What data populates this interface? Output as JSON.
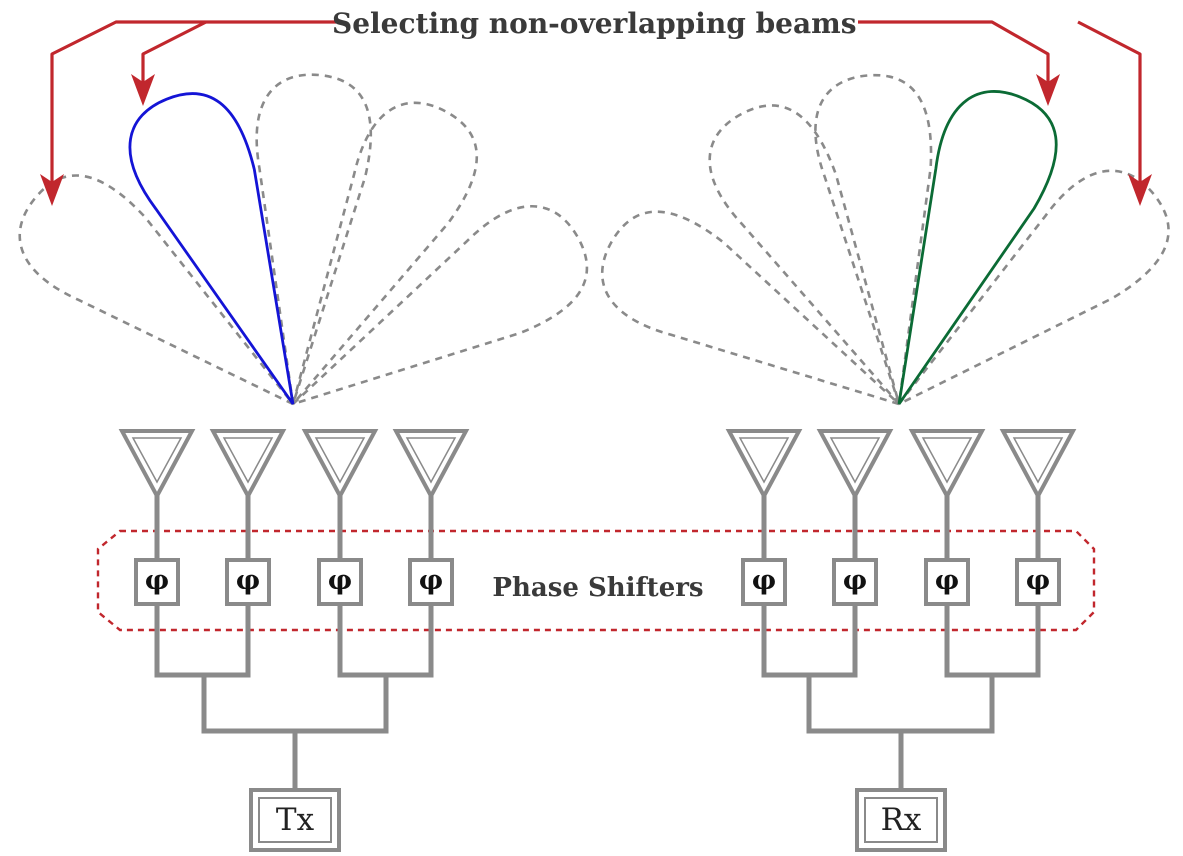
{
  "title": "Selecting non-overlapping beams",
  "phase_shifters_label": "Phase Shifters",
  "phase_symbol": "φ",
  "transmitter": {
    "label": "Tx",
    "selected_beam_color": "#1414d6"
  },
  "receiver": {
    "label": "Rx",
    "selected_beam_color": "#0b6b35"
  },
  "colors": {
    "arrow": "#c1272d",
    "wire": "#8a8a8a",
    "beam_unselected": "#8a8a8a",
    "phase_group_outline": "#c1272d",
    "text": "#3a3a3a"
  }
}
